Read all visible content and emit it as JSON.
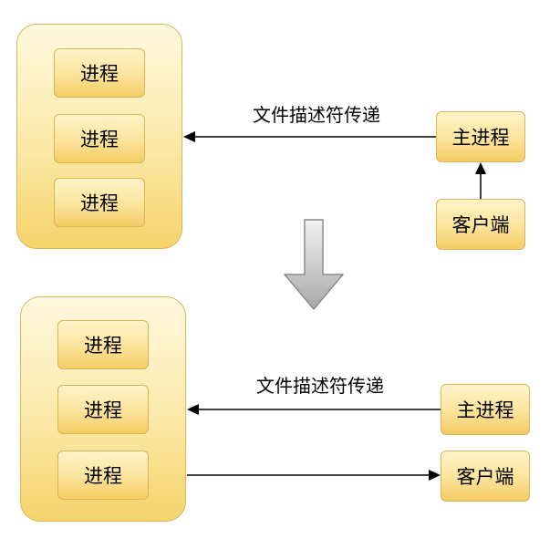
{
  "top": {
    "pool_processes": [
      "进程",
      "进程",
      "进程"
    ],
    "main_process": "主进程",
    "client": "客户端",
    "arrow_label": "文件描述符传递"
  },
  "bottom": {
    "pool_processes": [
      "进程",
      "进程",
      "进程"
    ],
    "main_process": "主进程",
    "client": "客户端",
    "arrow_label": "文件描述符传递"
  },
  "colors": {
    "box_fill_top": "#fff4c9",
    "box_fill_bottom": "#f4cc63",
    "box_border": "#d6b656",
    "transition_arrow_fill": "#c8c8c8",
    "transition_arrow_stroke": "#8c8c8c"
  }
}
